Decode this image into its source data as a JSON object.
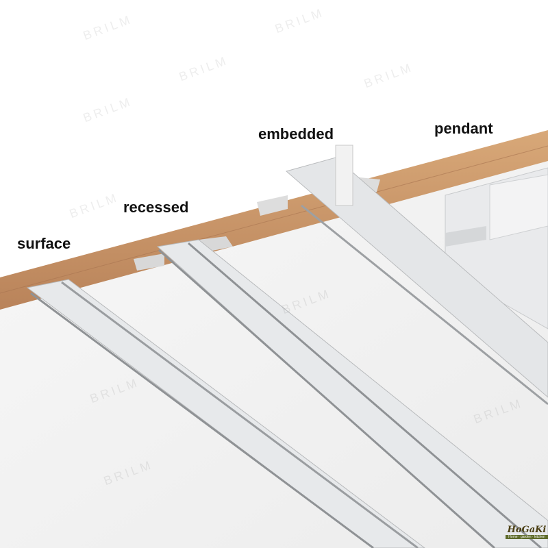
{
  "labels": {
    "surface": "surface",
    "recessed": "recessed",
    "embedded": "embedded",
    "pendant": "pendant"
  },
  "watermark": "BRILM",
  "logo": {
    "name": "HoGaKi",
    "tagline": "Home · garden · kitchen"
  },
  "colors": {
    "wood": "#c9966a",
    "profile": "#e6e8ea",
    "ceiling": "#f4f4f4"
  }
}
